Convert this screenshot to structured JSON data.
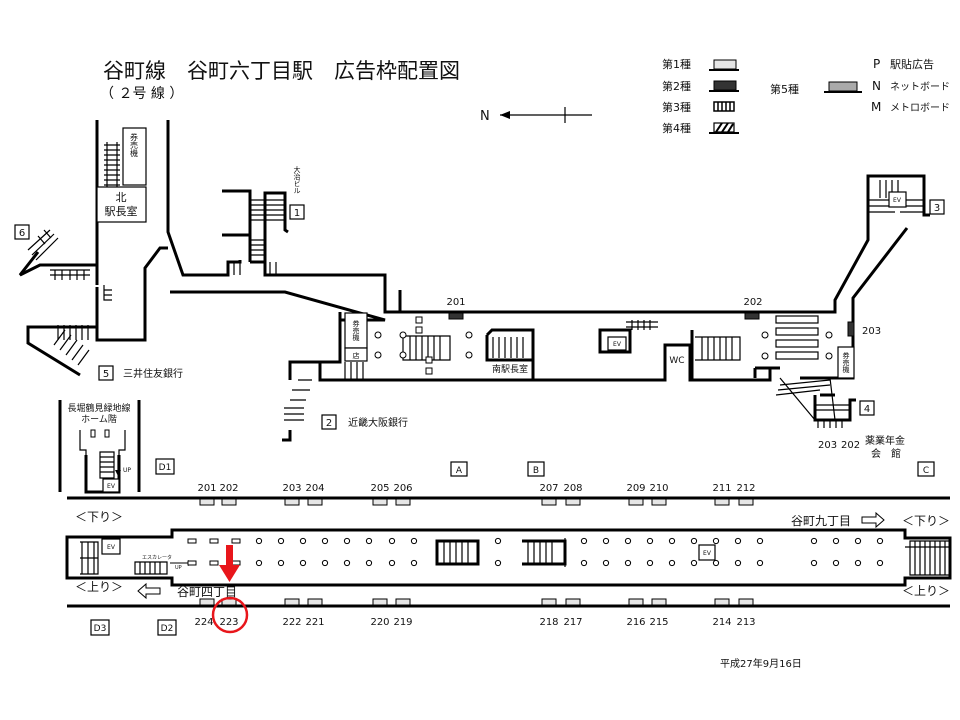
{
  "title": "谷町線　谷町六丁目駅　広告枠配置図",
  "subtitle": "（ ２号 線 ）",
  "compass": "N",
  "legend": {
    "types": [
      "第1種",
      "第2種",
      "第3種",
      "第4種",
      "第5種"
    ],
    "codes": [
      {
        "code": "P",
        "label": "駅貼広告"
      },
      {
        "code": "N",
        "label": "ネットボード"
      },
      {
        "code": "M",
        "label": "メトロボード"
      }
    ]
  },
  "colors": {
    "type1": "#e6e6e6",
    "type2": "#333333",
    "type5": "#aaaaaa",
    "highlight": "#e8161b"
  },
  "exits": {
    "e1": "1",
    "e2": "2",
    "e3": "3",
    "e4": "4",
    "e5": "5",
    "e6": "6",
    "d1": "D1",
    "d2": "D2",
    "d3": "D3",
    "a": "A",
    "b": "B",
    "c": "C"
  },
  "places": {
    "ticket": "券売機",
    "north_office": "北\n駅長室",
    "north_office_1": "北",
    "north_office_2": "駅長室",
    "south_office": "南駅長室",
    "shop": "店",
    "wc": "WC",
    "ev": "EV",
    "daiji": "大治ビル",
    "mitsui": "三井住友銀行",
    "kinki": "近畿大阪銀行",
    "yakugyo_1": "薬業年金",
    "yakugyo_2": "会　館",
    "nagahori_1": "長堀鶴見緑地線",
    "nagahori_2": "ホーム階",
    "up": "UP",
    "escalator": "エスカレータ"
  },
  "concourse_ads": {
    "a201": "201",
    "a202": "202",
    "a203": "203",
    "s203": "203",
    "s202": "202"
  },
  "platform": {
    "down": "＜下り＞",
    "up": "＜上り＞",
    "to_kyuchome": "谷町九丁目",
    "to_yonchome": "谷町四丁目",
    "top_ads": [
      "201",
      "202",
      "203",
      "204",
      "205",
      "206",
      "207",
      "208",
      "209",
      "210",
      "211",
      "212"
    ],
    "bottom_ads": [
      "224",
      "223",
      "222",
      "221",
      "220",
      "219",
      "218",
      "217",
      "216",
      "215",
      "214",
      "213"
    ],
    "highlighted_ad": "223"
  },
  "date": "平成27年9月16日"
}
